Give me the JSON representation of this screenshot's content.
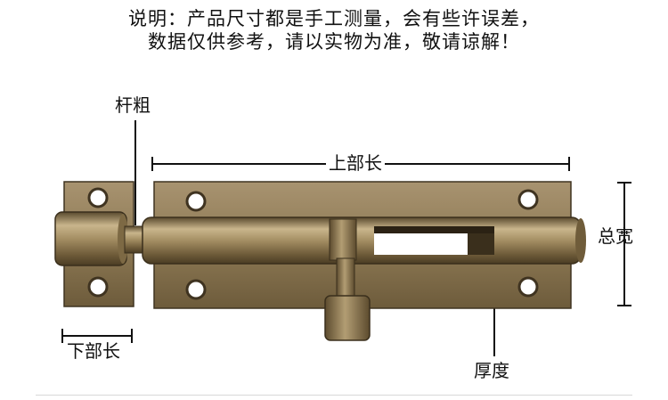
{
  "notice": {
    "line1": "说明：产品尺寸都是手工测量，会有些许误差，",
    "line2": "数据仅供参考，请以实物为准，敬请谅解！"
  },
  "labels": {
    "rod_thickness": "杆粗",
    "top_length": "上部长",
    "total_width": "总宽",
    "bottom_length": "下部长",
    "thickness": "厚度"
  },
  "colors": {
    "brass_light": "#b9a47a",
    "brass_mid": "#8a7550",
    "brass_dark": "#4f4128",
    "line": "#111111"
  }
}
